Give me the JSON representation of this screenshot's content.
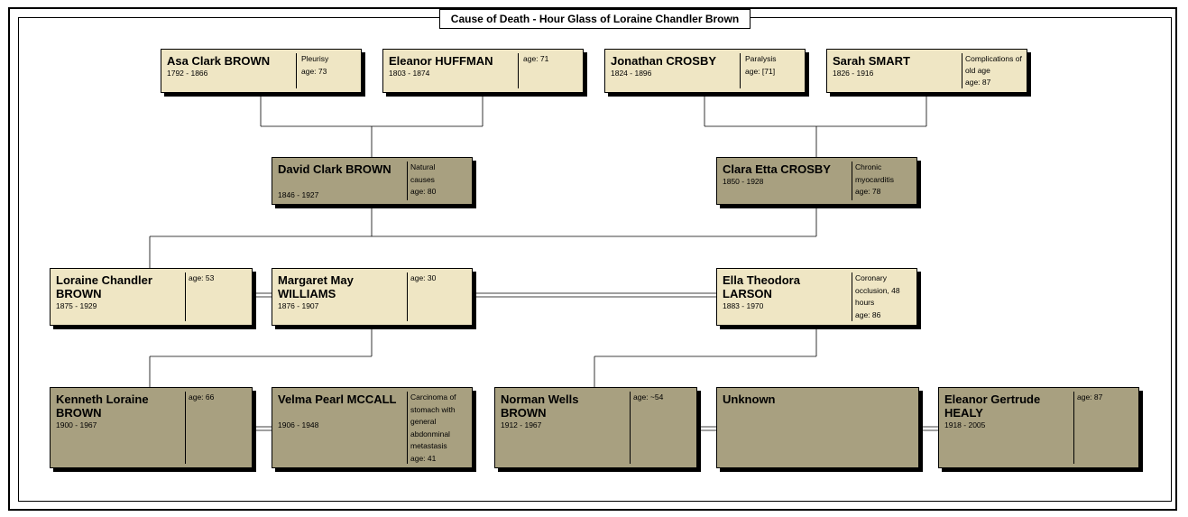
{
  "title": "Cause of Death - Hour Glass of Loraine Chandler Brown",
  "people": {
    "asa": {
      "name": "Asa Clark BROWN",
      "dates": "1792 - 1866",
      "cause": "Pleurisy",
      "age": "age: 73"
    },
    "eleanorh": {
      "name": "Eleanor HUFFMAN",
      "dates": "1803 - 1874",
      "cause": "",
      "age": "age: 71"
    },
    "jonathan": {
      "name": "Jonathan CROSBY",
      "dates": "1824 - 1896",
      "cause": "Paralysis",
      "age": "age: [71]"
    },
    "sarah": {
      "name": "Sarah SMART",
      "dates": "1826 - 1916",
      "cause": "Complications of old age",
      "age": "age: 87"
    },
    "david": {
      "name": "David Clark BROWN",
      "dates": "1846 - 1927",
      "cause": "Natural causes",
      "age": "age: 80"
    },
    "clara": {
      "name": "Clara Etta CROSBY",
      "dates": "1850 - 1928",
      "cause": "Chronic myocarditis",
      "age": "age: 78"
    },
    "loraine": {
      "name": "Loraine Chandler BROWN",
      "dates": "1875 - 1929",
      "cause": "",
      "age": "age: 53"
    },
    "margaret": {
      "name": "Margaret May WILLIAMS",
      "dates": "1876 - 1907",
      "cause": "",
      "age": "age: 30"
    },
    "ella": {
      "name": "Ella Theodora LARSON",
      "dates": "1883 - 1970",
      "cause": "Coronary occlusion, 48 hours",
      "age": "age: 86"
    },
    "kenneth": {
      "name": "Kenneth Loraine BROWN",
      "dates": "1900 - 1967",
      "cause": "",
      "age": "age: 66"
    },
    "velma": {
      "name": "Velma Pearl MCCALL",
      "dates": "1906 - 1948",
      "cause": "Carcinoma of stomach with general abdonminal metastasis",
      "age": "age: 41"
    },
    "norman": {
      "name": "Norman Wells BROWN",
      "dates": "1912 - 1967",
      "cause": "",
      "age": "age: ~54"
    },
    "unknown": {
      "name": "Unknown",
      "dates": "",
      "cause": "",
      "age": ""
    },
    "eleanorg": {
      "name": "Eleanor Gertrude HEALY",
      "dates": "1918 - 2005",
      "cause": "",
      "age": "age: 87"
    }
  }
}
